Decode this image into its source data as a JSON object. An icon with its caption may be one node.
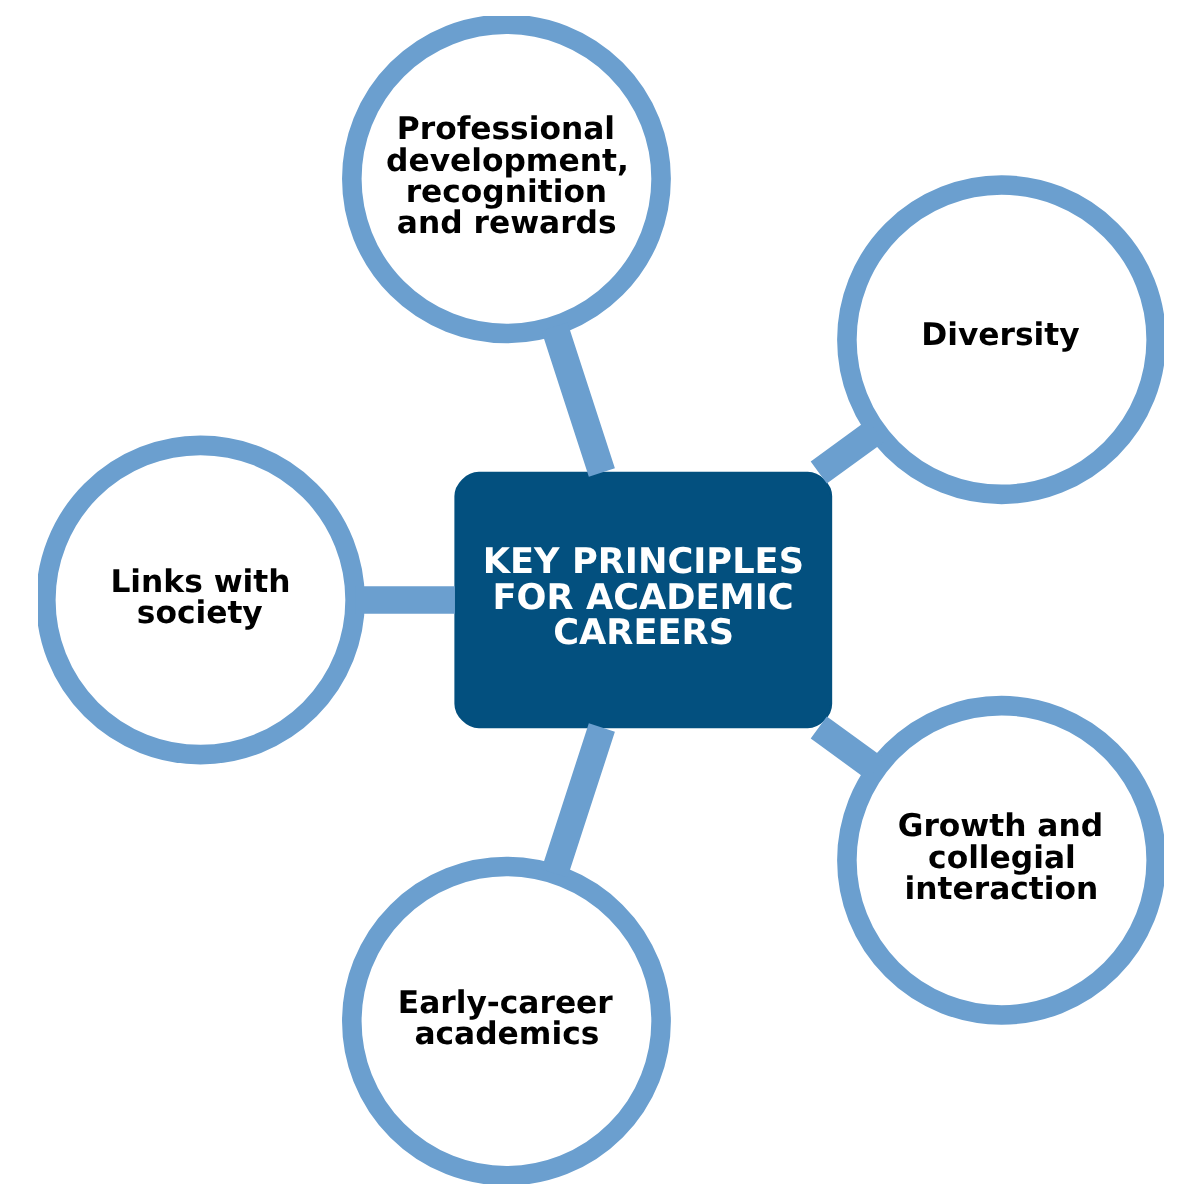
{
  "diagram": {
    "nodes": [
      {
        "text": [
          "Professional development, recognition and rewards"
        ]
      },
      {
        "text": [
          "Links with society"
        ]
      },
      {
        "text": [
          "KEY PRINCIPLES FOR ACADEMIC CAREERS"
        ]
      },
      {
        "text": [
          "Diversity"
        ]
      },
      {
        "text": [
          "Early-career academics"
        ]
      },
      {
        "text": [
          "Growth and collegial interaction"
        ]
      }
    ],
    "edges": [
      {
        "from": 2,
        "to": 0,
        "arrow": "none"
      },
      {
        "from": 2,
        "to": 3,
        "arrow": "none"
      },
      {
        "from": 2,
        "to": 5,
        "arrow": "none"
      },
      {
        "from": 2,
        "to": 4,
        "arrow": "none"
      },
      {
        "from": 2,
        "to": 1,
        "arrow": "none"
      }
    ]
  }
}
